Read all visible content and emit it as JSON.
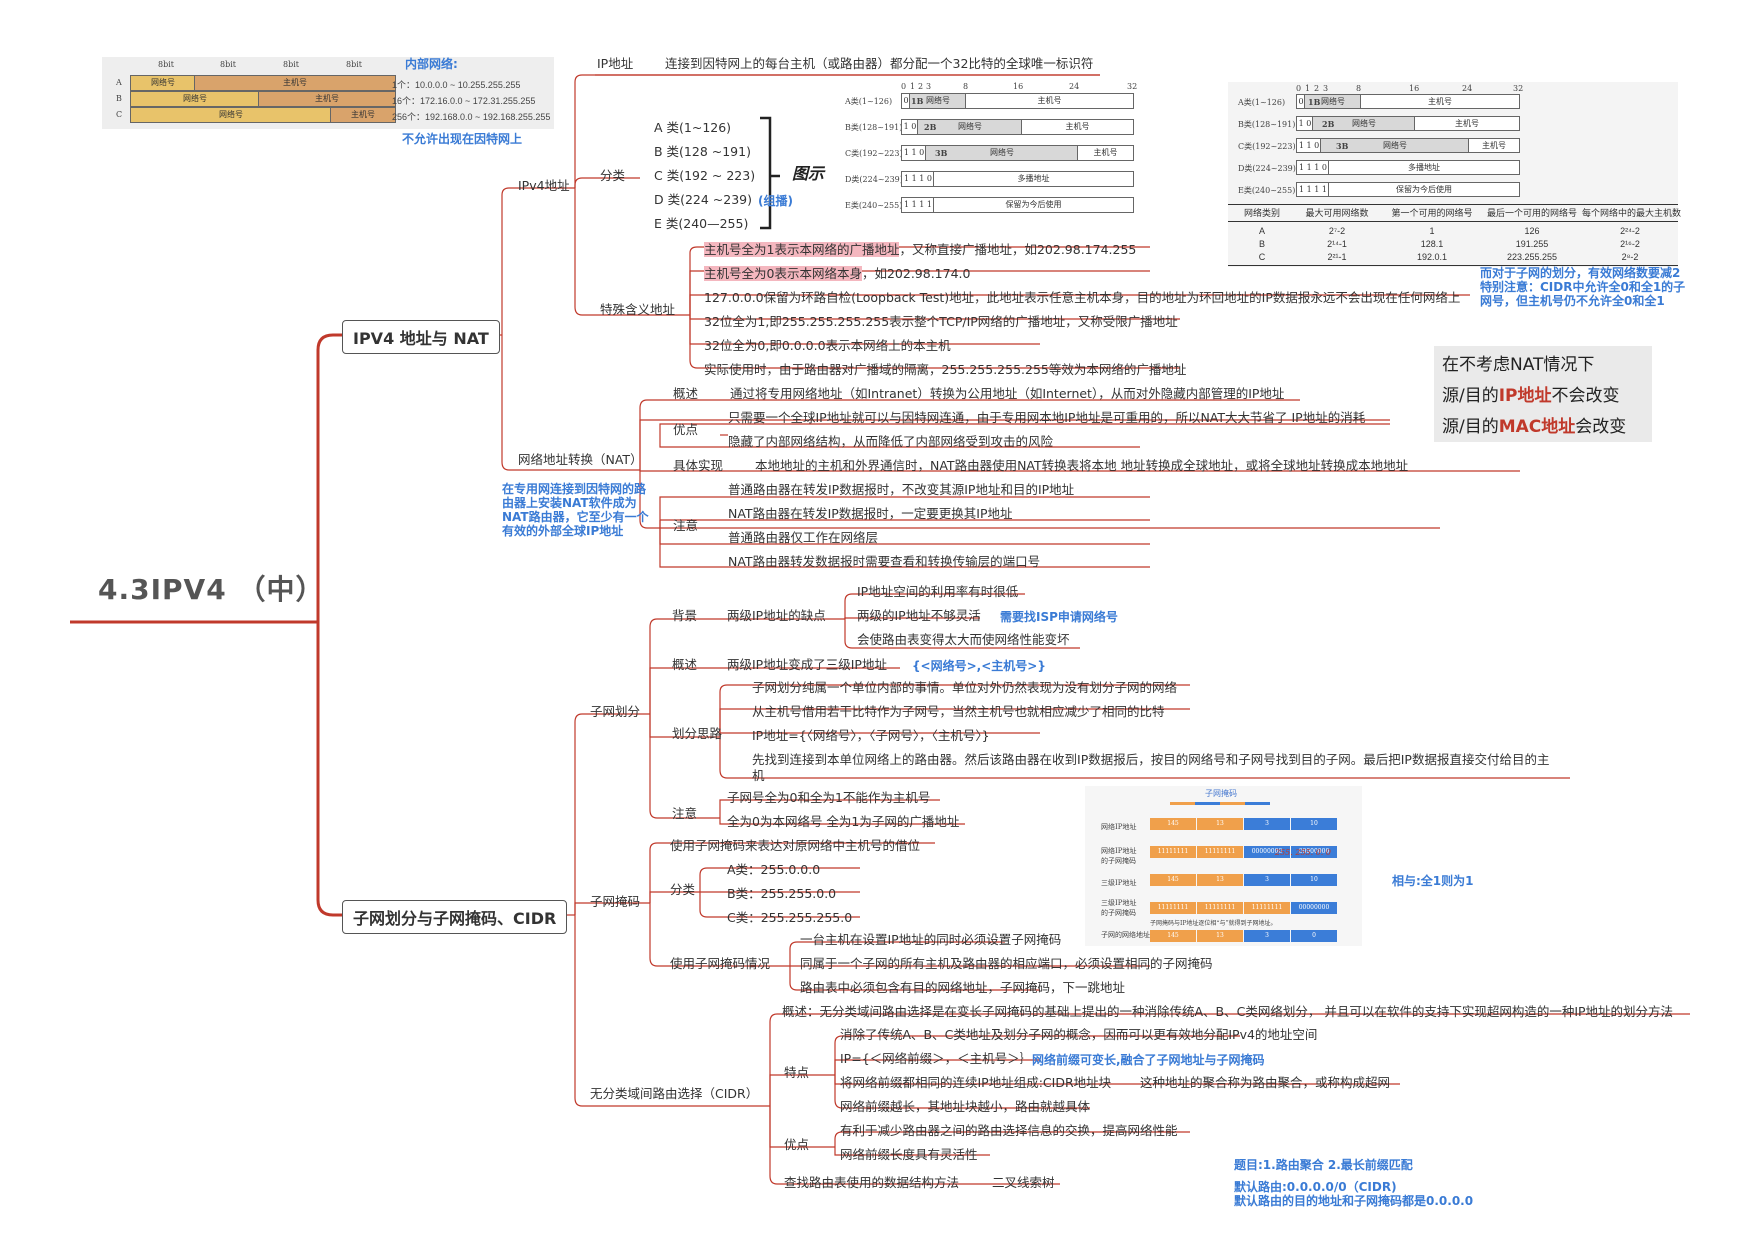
{
  "root": "4.3IPV4 （中）",
  "branch1": "IPV4 地址与 NAT",
  "branch2": "子网划分与子网掩码、CIDR",
  "ipv4": {
    "label": "IPv4地址",
    "ip_label": "IP地址",
    "ip_desc": "连接到因特网上的每台主机（或路由器）都分配一个32比特的全球唯一标识符",
    "class_label": "分类",
    "classes": [
      "A 类(1~126)",
      "B 类(128 ~191)",
      "C 类(192 ~ 223)",
      "D 类(224 ~239)",
      "E 类(240—255)"
    ],
    "multicast": "(组播)",
    "figure_label": "图示",
    "special_label": "特殊含义地址",
    "special": [
      {
        "hl": "主机号全为1表示本网络的广播地址",
        "rest": "，又称直接广播地址，如202.98.174.255"
      },
      {
        "hl": "主机号全为0表示本网络本身",
        "rest": "，如202.98.174.0"
      },
      {
        "hl": "",
        "rest": "127.0.0.0保留为环路自检(Loopback Test)地址，此地址表示任意主机本身，目的地址为环回地址的IP数据报永远不会出现在任何网络上"
      },
      {
        "hl": "",
        "rest": "32位全为1,即255.255.255.255表示整个TCP/IP网络的广播地址，又称受限广播地址"
      },
      {
        "hl": "",
        "rest": "32位全为0,即0.0.0.0表示本网络上的本主机"
      },
      {
        "hl": "",
        "rest": "实际使用时，由于路由器对广播域的隔离，255.255.255.255等效为本网络的广播地址"
      }
    ]
  },
  "private_net": {
    "title": "内部网络:",
    "header": [
      "8bit",
      "8bit",
      "8bit",
      "8bit"
    ],
    "rows": [
      {
        "cls": "A",
        "net": "网络号",
        "host": "主机号",
        "range": "1个：10.0.0.0 ~ 10.255.255.255"
      },
      {
        "cls": "B",
        "net": "网络号",
        "host": "主机号",
        "range": "16个：172.16.0.0 ~ 172.31.255.255"
      },
      {
        "cls": "C",
        "net": "网络号",
        "host": "主机号",
        "range": "256个：192.168.0.0 ~ 192.168.255.255"
      }
    ],
    "note": "不允许出现在因特网上"
  },
  "class_fig": {
    "bits": [
      "0",
      "1",
      "2",
      "3",
      "8",
      "16",
      "24",
      "32"
    ],
    "rows": [
      {
        "label": "A类(1~126)",
        "prefix": "0",
        "red": "1B",
        "net": "网络号",
        "host": "主机号"
      },
      {
        "label": "B类(128~191)",
        "prefix": "1 0",
        "red": "2B",
        "net": "网络号",
        "host": "主机号"
      },
      {
        "label": "C类(192~223)",
        "prefix": "1 1 0",
        "red": "3B",
        "net": "网络号",
        "host": "主机号"
      },
      {
        "label": "D类(224~239)",
        "prefix": "1 1 1 0",
        "red": "",
        "net": "多播地址",
        "host": ""
      },
      {
        "label": "E类(240~255)",
        "prefix": "1 1 1 1",
        "red": "",
        "net": "保留为今后使用",
        "host": ""
      }
    ],
    "table_head": [
      "网络类别",
      "最大可用网络数",
      "第一个可用的网络号",
      "最后一个可用的网络号",
      "每个网络中的最大主机数"
    ],
    "table_rows": [
      [
        "A",
        "2⁷-2",
        "1",
        "126",
        "2²⁴-2"
      ],
      [
        "B",
        "2¹⁴-1",
        "128.1",
        "191.255",
        "2¹⁶-2"
      ],
      [
        "C",
        "2²¹-1",
        "192.0.1",
        "223.255.255",
        "2⁸-2"
      ]
    ],
    "note": [
      "而对于子网的划分，有效网络数要减2",
      "特别注意：CIDR中允许全0和全1的子",
      "网号，但主机号仍不允许全0和全1"
    ]
  },
  "nat_note": {
    "line1": "在不考虑NAT情况下",
    "line2_pre": "源/目的",
    "line2_red": "IP地址",
    "line2_post": "不会改变",
    "line3_pre": "源/目的",
    "line3_red": "MAC地址",
    "line3_post": "会改变"
  },
  "nat": {
    "label": "网络地址转换（NAT）",
    "note": [
      "在专用网连接到因特网的路",
      "由器上安装NAT软件成为",
      "NAT路由器，它至少有一个",
      "有效的外部全球IP地址"
    ],
    "overview_label": "概述",
    "overview": "通过将专用网络地址（如Intranet）转换为公用地址（如Internet），从而对外隐藏内部管理的IP地址",
    "adv_label": "优点",
    "adv": [
      "只需要一个全球IP地址就可以与因特网连通，由于专用网本地IP地址是可重用的，所以NAT大大节省了 IP地址的消耗",
      "隐藏了内部网络结构，从而降低了内部网络受到攻击的风险"
    ],
    "impl_label": "具体实现",
    "impl": "本地地址的主机和外界通信时，NAT路由器使用NAT转换表将本地 地址转换成全球地址，或将全球地址转换成本地地址",
    "attn_label": "注意",
    "attn": [
      "普通路由器在转发IP数据报时，不改变其源IP地址和目的IP地址",
      "NAT路由器在转发IP数据报时，一定要更换其IP地址",
      "普通路由器仅工作在网络层",
      "NAT路由器转发数据报时需要查看和转换传输层的端口号"
    ]
  },
  "subnet": {
    "label": "子网划分",
    "bg_label": "背景",
    "bg_sub": "两级IP地址的缺点",
    "bg": [
      "IP地址空间的利用率有时很低",
      "两级的IP地址不够灵活",
      "会使路由表变得太大而使网络性能变坏"
    ],
    "bg_note": "需要找ISP申请网络号",
    "ov_label": "概述",
    "ov": "两级IP地址变成了三级IP地址",
    "ov_note": "{<网络号>,<主机号>}",
    "idea_label": "划分思路",
    "idea": [
      "子网划分纯属一个单位内部的事情。单位对外仍然表现为没有划分子网的网络",
      "从主机号借用若干比特作为子网号，当然主机号也就相应减少了相同的比特",
      "IP地址={〈网络号〉，〈子网号〉，〈主机号〉}",
      "先找到连接到本单位网络上的路由器。然后该路由器在收到IP数据报后，按目的网络号和子网号找到目的子网。最后把IP数据报直接交付给目的主",
      "机"
    ],
    "attn_label": "注意",
    "attn": [
      "子网号全为0和全为1不能作为主机号",
      "全为0为本网络号  全为1为子网的广播地址"
    ]
  },
  "mask": {
    "label": "子网掩码",
    "use": "使用子网掩码来表达对原网络中主机号的借位",
    "cls_label": "分类",
    "cls": [
      "A类：255.0.0.0",
      "B类：255.255.0.0",
      "C类：255.255.255.0"
    ],
    "case_label": "使用子网掩码情况",
    "cases": [
      "一台主机在设置IP地址的同时必须设置子网掩码",
      "同属于一个子网的所有主机及路由器的相应端口，必须设置相同的子网掩码",
      "路由表中必须包含有目的网络地址，子网掩码，下一跳地址"
    ],
    "fig_title": "子网掩码",
    "fig_rows": [
      {
        "label": "网络IP地址",
        "vals": [
          "145",
          "13",
          "3",
          "10"
        ]
      },
      {
        "label": "网络IP地址 的子网掩码",
        "vals": [
          "11111111",
          "11111111",
          "00000000",
          "00000000"
        ]
      },
      {
        "label": "三级IP地址",
        "vals": [
          "145",
          "13",
          "3",
          "10"
        ]
      },
      {
        "label": "三级IP地址 的子网掩码",
        "vals": [
          "11111111",
          "11111111",
          "11111111",
          "00000000"
        ]
      },
      {
        "label": "子网的网络地址",
        "vals": [
          "145",
          "13",
          "3",
          "0"
        ]
      }
    ],
    "fig_scribble": "255. 255. 0. 0",
    "fig_caption": "子网掩码与IP地址逐位相“与”就得到子网地址。",
    "and_note": "相与:全1则为1"
  },
  "cidr": {
    "label": "无分类域间路由选择（CIDR）",
    "overview": "概述：无分类域间路由选择是在变长子网掩码的基础上提出的一种消除传统A、B、C类网络划分， 并且可以在软件的支持下实现超网构造的一种IP地址的划分方法",
    "feat_label": "特点",
    "feat": [
      "消除了传统A、B、C类地址及划分子网的概念，因而可以更有效地分配IPv4的地址空间",
      "IP={＜网络前缀＞，＜主机号＞｝",
      "将网络前缀都相同的连续IP地址组成:CIDR地址块",
      "网络前缀越长，其地址块越小，路由就越具体"
    ],
    "feat_note": "网络前缀可变长,融合了子网地址与子网掩码",
    "agg_note": "这种地址的聚合称为路由聚合，或称构成超网",
    "adv_label": "优点",
    "adv": [
      "有利于减少路由器之间的路由选择信息的交换，提高网络性能",
      "网络前缀长度具有灵活性"
    ],
    "lookup": "查找路由表使用的数据结构方法",
    "lookup_val": "二叉线索树",
    "notes": [
      "题目:1.路由聚合 2.最长前缀匹配",
      "默认路由:0.0.0.0/0（CIDR)",
      "默认路由的目的地址和子网掩码都是0.0.0.0"
    ]
  }
}
